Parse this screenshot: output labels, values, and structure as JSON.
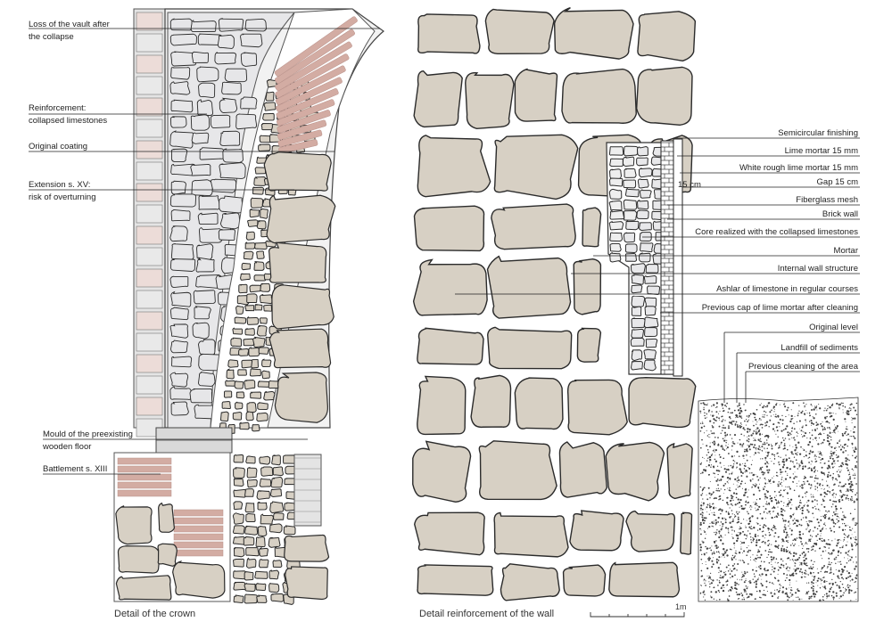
{
  "left_panel": {
    "caption": "Detail of the crown",
    "labels": [
      {
        "l1": "Loss of the vault after",
        "l2": "the collapse"
      },
      {
        "l1": "Reinforcement:",
        "l2": "collapsed limestones"
      },
      {
        "l1": "Original coating",
        "l2": ""
      },
      {
        "l1": "Extension s. XV:",
        "l2": "risk of overturning"
      },
      {
        "l1": "Mould of the preexisting",
        "l2": "wooden floor"
      },
      {
        "l1": "Battlement s. XIII",
        "l2": ""
      }
    ]
  },
  "right_panel": {
    "caption": "Detail reinforcement of the wall",
    "dimension": "15 cm",
    "labels": [
      "Semicircular finishing",
      "Lime mortar 15 mm",
      "White rough lime mortar 15 mm",
      "Gap 15 cm",
      "Fiberglass mesh",
      "Brick wall",
      "Core realized with the collapsed limestones",
      "Mortar",
      "Internal wall structure",
      "Ashlar of limestone in regular courses",
      "Previous cap of lime mortar after cleaning",
      "Original level",
      "Landfill of sediments",
      "Previous cleaning of the area"
    ]
  },
  "scale_bar": {
    "label": "1m"
  },
  "colors": {
    "stone": "#d7d0c4",
    "stone_dark": "#c9c0b2",
    "core": "#ececec",
    "brick": "#d3aca3",
    "grey_wall": "#dcdcdc",
    "mortar_bg": "#ffffff"
  }
}
